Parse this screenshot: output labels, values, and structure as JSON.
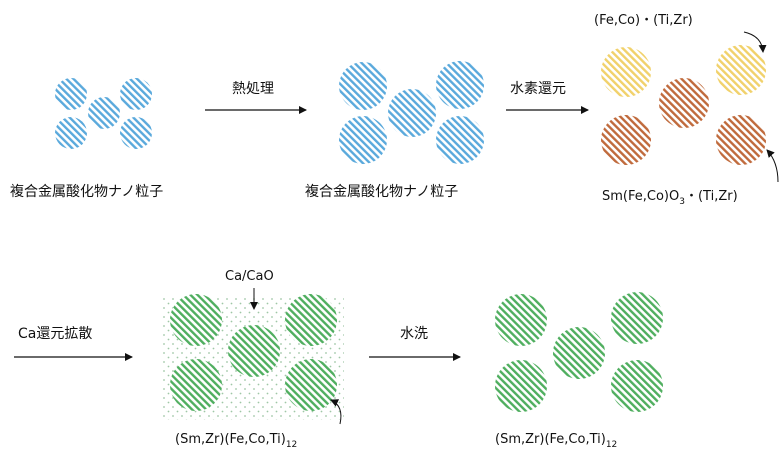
{
  "steps": {
    "heat_treatment": "熱処理",
    "hydrogen_reduction": "水素還元",
    "ca_reduction_diffusion": "Ca還元拡散",
    "water_wash": "水洗"
  },
  "labels": {
    "composite_oxide_1": "複合金属酸化物ナノ粒子",
    "composite_oxide_2": "複合金属酸化物ナノ粒子",
    "fecoti_phase": "(Fe,Co)・(Ti,Zr)",
    "sm_oxide_phase_main": "Sm(Fe,Co)O",
    "sm_oxide_phase_sub": "3",
    "sm_oxide_phase_tail": "・(Ti,Zr)",
    "ca_cao": "Ca/CaO",
    "product_1_main": "(Sm,Zr)(Fe,Co,Ti)",
    "product_1_sub": "12",
    "product_2_main": "(Sm,Zr)(Fe,Co,Ti)",
    "product_2_sub": "12"
  },
  "colors": {
    "blue": "#5aa9dc",
    "yellow": "#f1d16a",
    "brown": "#c06a3c",
    "green": "#4fae5f",
    "dots": "#9fc7a6"
  }
}
